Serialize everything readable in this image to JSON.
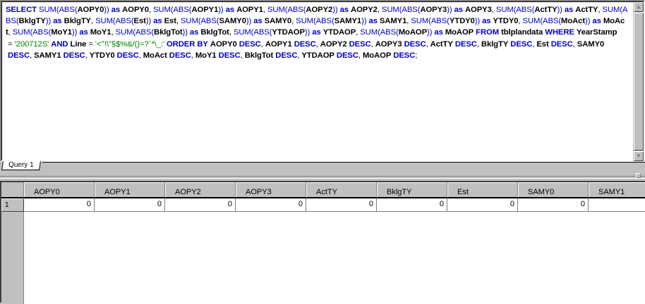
{
  "editor": {
    "sql_lines": [
      "SELECT SUM(ABS(AOPY0)) as AOPY0, SUM(ABS(AOPY1)) as AOPY1, SUM(ABS(AOPY2)) as AOPY2, SUM(ABS(AOPY3)) as AOPY3, SUM(ABS(ActTY)) as ActTY, SUM(A",
      "BS(BklgTY)) as BklgTY, SUM(ABS(Est)) as Est, SUM(ABS(SAMY0)) as SAMY0, SUM(ABS(SAMY1)) as SAMY1, SUM(ABS(YTDY0)) as YTDY0, SUM(ABS(MoAct)) as MoAc",
      "t, SUM(ABS(MoY1)) as MoY1, SUM(ABS(BklgTot)) as BklgTot, SUM(ABS(YTDAOP)) as YTDAOP, SUM(ABS(MoAOP)) as MoAOP FROM tblplandata WHERE YearStamp",
      " = '200712S' AND Line = '<°!\\\"§$%&/()=?`*\\_:' ORDER BY AOPY0 DESC, AOPY1 DESC, AOPY2 DESC, AOPY3 DESC, ActTY DESC, BklgTY DESC, Est DESC, SAMY0",
      " DESC, SAMY1 DESC, YTDY0 DESC, MoAct DESC, MoY1 DESC, BklgTot DESC, YTDAOP DESC, MoAOP DESC;"
    ],
    "keywords": [
      "SELECT",
      "as",
      "FROM",
      "WHERE",
      "AND",
      "ORDER",
      "BY",
      "DESC"
    ],
    "functions": [
      "SUM",
      "ABS",
      "A",
      "BS"
    ]
  },
  "tabs": [
    {
      "label": "Query 1",
      "active": true
    }
  ],
  "grid": {
    "columns": [
      "AOPY0",
      "AOPY1",
      "AOPY2",
      "AOPY3",
      "ActTY",
      "BklgTY",
      "Est",
      "SAMY0",
      "SAMY1"
    ],
    "rows": [
      {
        "label": "1",
        "cells": [
          "0",
          "0",
          "0",
          "0",
          "0",
          "0",
          "0",
          "0",
          ""
        ]
      }
    ]
  },
  "colors": {
    "keyword": "#0000c0",
    "string": "#008000"
  }
}
